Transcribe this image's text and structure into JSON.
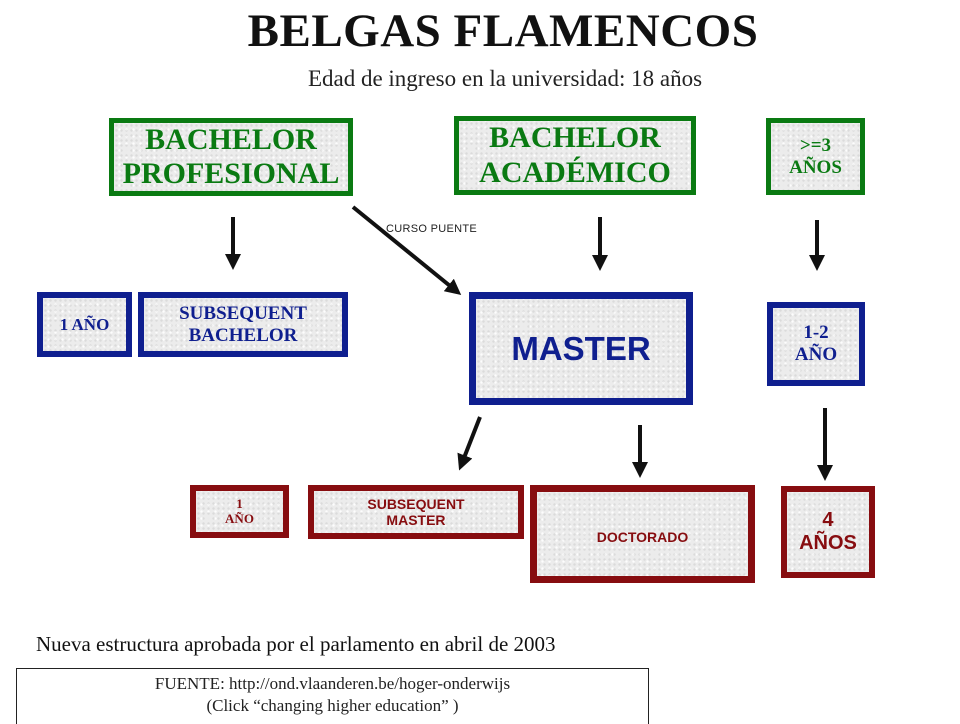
{
  "title": "BELGAS FLAMENCOS",
  "subtitle": "Edad de ingreso en la universidad: 18 años",
  "boxes": {
    "bachelor_profesional": [
      "BACHELOR",
      "PROFESIONAL"
    ],
    "bachelor_academico": [
      "BACHELOR",
      "ACADÉMICO"
    ],
    "tres_anos": [
      ">=3",
      "AÑOS"
    ],
    "un_ano_blue": [
      "1 AÑO"
    ],
    "subsequent_bachelor": [
      "SUBSEQUENT",
      "BACHELOR"
    ],
    "master": [
      "MASTER"
    ],
    "uno_dos_ano": [
      "1-2",
      "AÑO"
    ],
    "un_ano_red": [
      "1",
      "AÑO"
    ],
    "subsequent_master": [
      "SUBSEQUENT",
      "MASTER"
    ],
    "doctorado": [
      "DOCTORADO"
    ],
    "cuatro_anos": [
      "4",
      "AÑOS"
    ]
  },
  "curso_puente": "CURSO PUENTE",
  "footer_text": "Nueva estructura aprobada por el parlamento en abril de 2003",
  "source": {
    "line1": "FUENTE: http://ond.vlaanderen.be/hoger-onderwijs",
    "line2": "(Click “changing higher education” )"
  },
  "colors": {
    "green": "#0a7a12",
    "blue": "#0f1f8f",
    "red": "#870d10"
  }
}
